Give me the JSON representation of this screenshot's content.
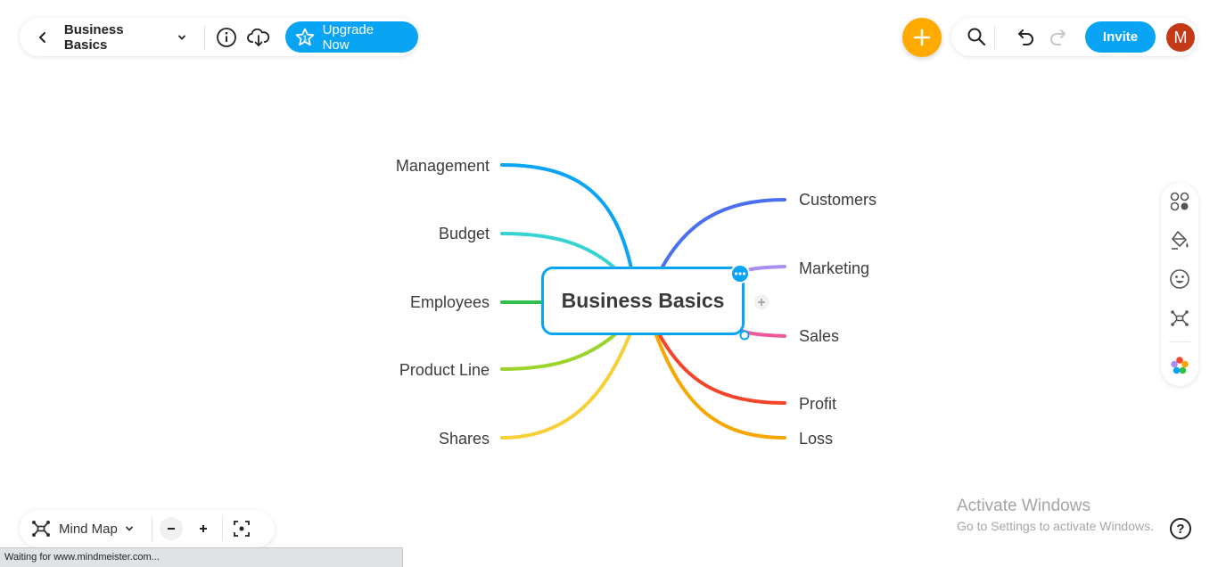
{
  "header": {
    "map_title": "Business Basics",
    "upgrade_label": "Upgrade Now",
    "invite_label": "Invite",
    "avatar_initial": "M"
  },
  "map": {
    "root": "Business Basics",
    "left_topics": [
      "Management",
      "Budget",
      "Employees",
      "Product Line",
      "Shares"
    ],
    "right_topics": [
      "Customers",
      "Marketing",
      "Sales",
      "Profit",
      "Loss"
    ],
    "branch_colors": {
      "Management": "#0aa4f4",
      "Budget": "#36d3d3",
      "Employees": "#2fbf4a",
      "Product Line": "#9ad42a",
      "Shares": "#f7d038",
      "Customers": "#4a6ff0",
      "Marketing": "#a98ef0",
      "Sales": "#ee5a99",
      "Profit": "#f4452a",
      "Loss": "#f6a800"
    }
  },
  "footer": {
    "view_mode": "Mind Map",
    "status_text": "Waiting for www.mindmeister.com...",
    "activate_title": "Activate Windows",
    "activate_sub": "Go to Settings to activate Windows.",
    "help_symbol": "?"
  },
  "colors": {
    "accent": "#0aa4f4",
    "add_button": "#ffaa00",
    "avatar": "#c53a16"
  }
}
